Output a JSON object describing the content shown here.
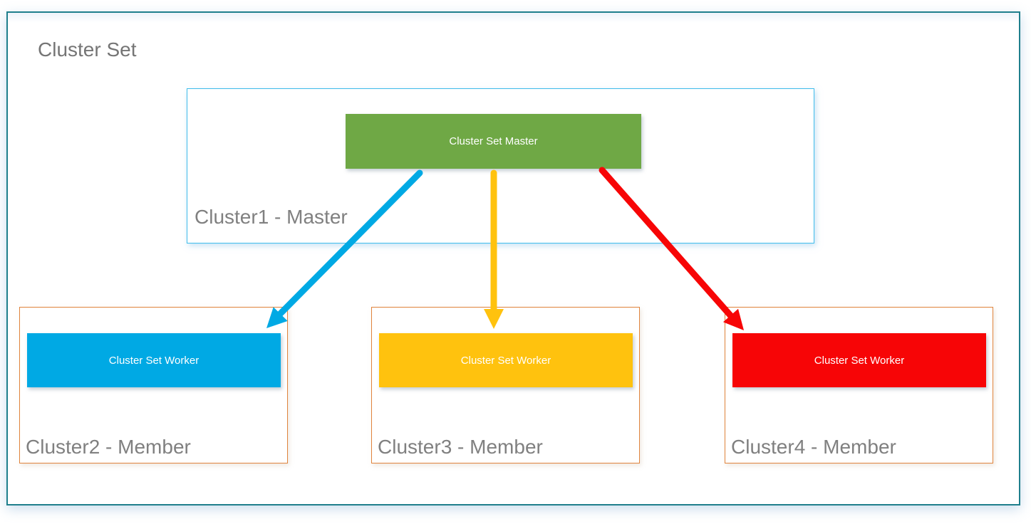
{
  "page": {
    "title": "Cluster Set"
  },
  "colors": {
    "outer-border": "#1F7F8C",
    "master-box-border": "#3FBCEB",
    "member-box-border": "#E0843D",
    "heading-text": "#757575",
    "box-label-text": "#808080",
    "node-text": "#FFFFFF"
  },
  "clusters": {
    "master": {
      "label": "Cluster1 - Master",
      "node_label": "Cluster Set Master",
      "node_color": "#6FA845"
    },
    "members": [
      {
        "label": "Cluster2 - Member",
        "node_label": "Cluster Set Worker",
        "node_color": "#00A9E4"
      },
      {
        "label": "Cluster3 - Member",
        "node_label": "Cluster Set Worker",
        "node_color": "#FFC20E"
      },
      {
        "label": "Cluster4 - Member",
        "node_label": "Cluster Set Worker",
        "node_color": "#F70506"
      }
    ]
  },
  "arrows": [
    {
      "from": "Cluster Set Master",
      "to": "Cluster Set Worker (Cluster2)",
      "color": "#00A9E4"
    },
    {
      "from": "Cluster Set Master",
      "to": "Cluster Set Worker (Cluster3)",
      "color": "#FFC20E"
    },
    {
      "from": "Cluster Set Master",
      "to": "Cluster Set Worker (Cluster4)",
      "color": "#F70506"
    }
  ]
}
